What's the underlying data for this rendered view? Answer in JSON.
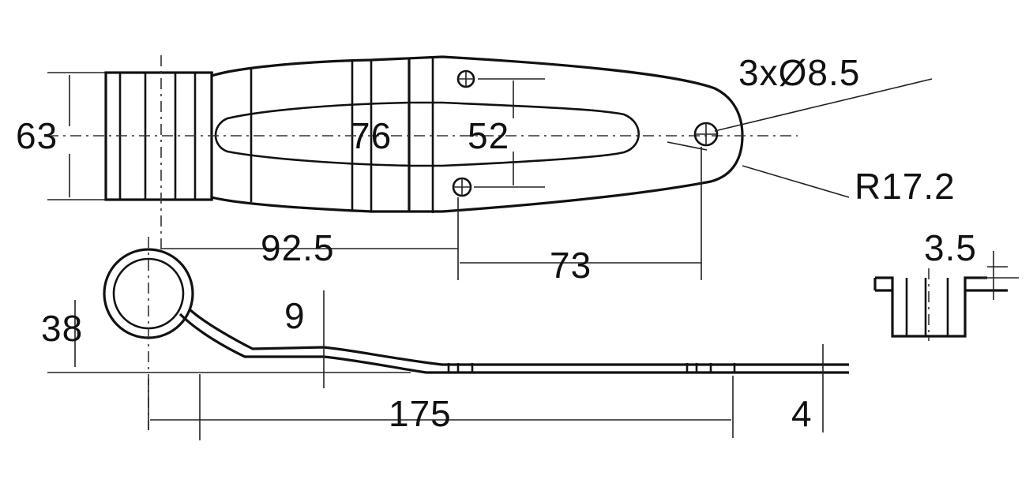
{
  "drawing": {
    "dimensions": {
      "height_left": "63",
      "width_mid": "76",
      "hole_spacing": "52",
      "holes": "3xØ8.5",
      "radius": "R17.2",
      "offset_hinge": "92.5",
      "offset_holes": "73",
      "side_height": "3.5",
      "eye_diameter": "38",
      "step": "9",
      "total_length": "175",
      "thickness": "4"
    }
  }
}
